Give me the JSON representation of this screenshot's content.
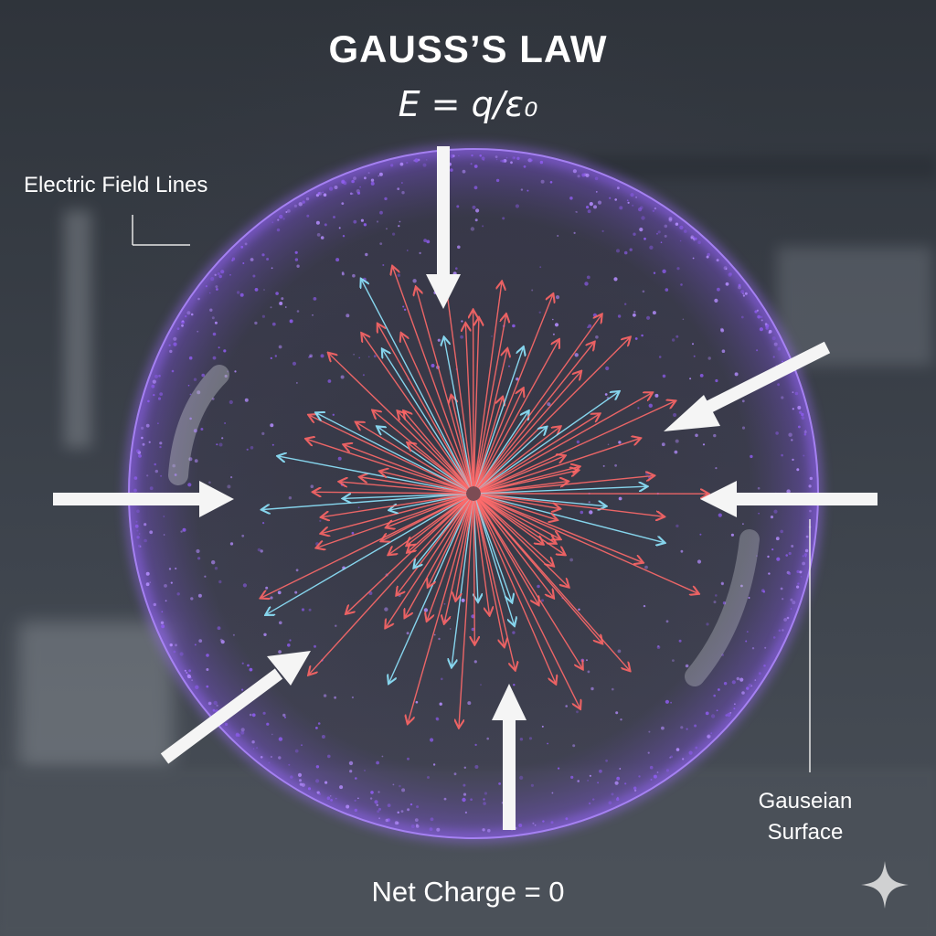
{
  "title": "GAUSS’S LAW",
  "formula": "E = q/ɛ₀",
  "labels": {
    "field_lines": "Electric Field Lines",
    "surface_line1": "Gauseian",
    "surface_line2": "Surface",
    "net_charge": "Net Charge = 0"
  },
  "colors": {
    "sphere": "#8e5cf0",
    "field_red": "#ff5a5a",
    "field_cyan": "#7fe0ff",
    "arrow": "#f5f5f5"
  },
  "icons": [
    "sparkle-icon"
  ]
}
